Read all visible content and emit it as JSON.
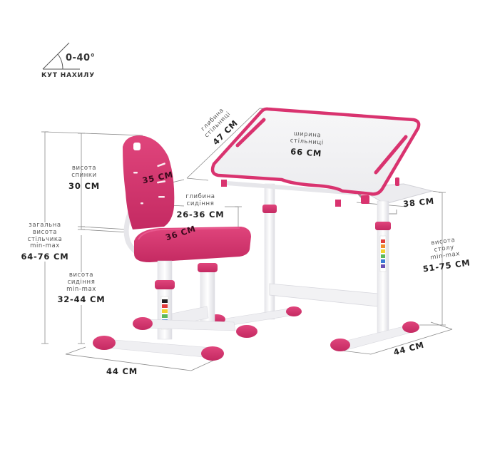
{
  "colors": {
    "accent_pink": "#d9336f",
    "pink_dark": "#b8245a",
    "frame_white": "#f4f4f6",
    "frame_shadow": "#d8d8de",
    "dimension_line": "#8a8a8a",
    "text": "#333333"
  },
  "tilt": {
    "value": "0-40°",
    "caption": "КУТ НАХИЛУ",
    "icon": "angle-icon"
  },
  "desk": {
    "depth": {
      "label_line1": "глибина",
      "label_line2": "стільниці",
      "value": "47 СМ"
    },
    "width": {
      "label_line1": "ширина",
      "label_line2": "стільниці",
      "value": "66 СМ"
    },
    "shelf_depth": {
      "value": "38 СМ"
    },
    "height": {
      "label_line1": "висота",
      "label_line2": "столу",
      "label_line3": "min-max",
      "value": "51-75 СМ"
    },
    "base_width": {
      "value": "44 СМ"
    }
  },
  "chair": {
    "back_height": {
      "label_line1": "висота",
      "label_line2": "спинки",
      "value": "30 СМ"
    },
    "back_width": {
      "value": "35 СМ"
    },
    "seat_depth": {
      "label_line1": "глибина",
      "label_line2": "сидіння",
      "value": "26-36 СМ"
    },
    "seat_width": {
      "value": "36 СМ"
    },
    "total_height": {
      "label_line1": "загальна",
      "label_line2": "висота",
      "label_line3": "стільчика",
      "label_line4": "min-max",
      "value": "64-76 СМ"
    },
    "seat_height": {
      "label_line1": "висота",
      "label_line2": "сидіння",
      "label_line3": "min-max",
      "value": "32-44 СМ"
    },
    "base_width": {
      "value": "44 СМ"
    }
  }
}
